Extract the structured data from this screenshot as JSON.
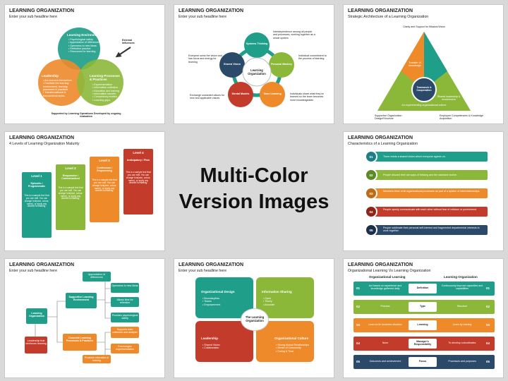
{
  "center": {
    "line1": "Multi-Color",
    "line2": "Version Images"
  },
  "slide1": {
    "title": "LEARNING ORGANIZATION",
    "subtitle": "Enter your sub headline here",
    "env_title": "Learning Environment",
    "env_items": [
      "• Psychological safety",
      "• Appreciation of differences",
      "• Openness to new ideas",
      "• Reflective practice",
      "• Resources for learning"
    ],
    "leader_title": "Leadership",
    "leader_items": [
      "• Are learners themselves",
      "• Facilitate the learning environment, learning processes & practices",
      "• Transformational & transactional styles"
    ],
    "proc_title": "Learning Processes & Practices",
    "proc_items": [
      "• Experimentation",
      "• Information collection",
      "• Education and training",
      "• Information transfer",
      "• Competency models",
      "• Learning gaps"
    ],
    "external": "External Influences",
    "footer": "Supported by Learning Operations Developed by ongoing evaluation"
  },
  "slide2": {
    "title": "LEARNING ORGANIZATION",
    "subtitle": "Enter your sub headline here",
    "center_label": "Learning Organization",
    "petals": [
      "Systems Thinking",
      "Personal Mastery",
      "Team Learning",
      "Mental Models",
      "Shared Vision"
    ],
    "desc_top": "Interdependence among all people and processes, working together as a whole system",
    "desc_right": "Individual commitment to the process of learning",
    "desc_bottom_right": "Individuals share what they've learned so the team becomes more knowledgeable",
    "desc_bottom_left": "Exchange unwanted values for new and applicable values",
    "desc_left": "Everyone owns the vision and has focus and energy for learning"
  },
  "slide3": {
    "title": "LEARNING ORGANIZATION",
    "subtitle": "Strategic Architecture of a Learning Organization",
    "top": "Clarity and Support for Mission/Vision",
    "left_side": "Transfer of knowledge",
    "center": "Teamwork & Cooperation",
    "right_side": "Shared leadership & involvement",
    "bottom_inner": "An experimenting organizational culture",
    "bottom_left": "Supportive Organization Design/Structure",
    "bottom_right": "Employee Competencies & Knowledge Acquisition"
  },
  "slide4": {
    "title": "LEARNING ORGANIZATION",
    "subtitle": "4 Levels of Learning Organization Maturity",
    "levels": [
      {
        "label": "Level 1",
        "name": "Episodic / Programmatic"
      },
      {
        "label": "Level 2",
        "name": "Responsive / Contextualized"
      },
      {
        "label": "Level 3",
        "name": "Continuous / Empowering"
      },
      {
        "label": "Level 4",
        "name": "Anticipatory / Flow"
      }
    ],
    "sample": "This is a sample text that you can edit. You can change font(size, colour, name), or apply any desired formatting."
  },
  "slide5": {
    "title": "LEARNING ORGANIZATION",
    "subtitle": "Characteristics of a Learning Organization",
    "rows": [
      {
        "num": "01",
        "text": "There exists a shared vision which everyone agrees on."
      },
      {
        "num": "02",
        "text": "People discard their old ways of thinking and the standard routine."
      },
      {
        "num": "03",
        "text": "Members think of all organizational processes as part of a system of interrelationships."
      },
      {
        "num": "04",
        "text": "People openly communicate with each other without fear of criticism or punishment."
      },
      {
        "num": "05",
        "text": "People sublimate their personal self-interest and fragmented departmental interests to work together."
      }
    ]
  },
  "slide6": {
    "title": "LEARNING ORGANIZATION",
    "subtitle": "Enter your sub headline here",
    "root": "Learning Organization",
    "root_note": "Leadership that reinforces learning",
    "branch1": "Supportive Learning Environment",
    "branch2": "Concrete Learning Processes & Practices",
    "leaf_top": "Appreciation of differences",
    "leaves1": [
      "Openness to new ideas",
      "Allows time for reflection",
      "Provides psychological safety"
    ],
    "leaves2": [
      "Supports data collection and analysis",
      "Encourages experimentation",
      "Provides education & training"
    ]
  },
  "slide7": {
    "title": "LEARNING ORGANIZATION",
    "subtitle": "Enter your sub headline here",
    "center": "The Learning Organization",
    "q1_title": "Organizational Design",
    "q1_items": [
      "• Boundaryless",
      "• Teams",
      "• Empowerment"
    ],
    "q2_title": "Information Sharing",
    "q2_items": [
      "• Open",
      "• Timely",
      "• Accurate"
    ],
    "q3_title": "Leadership",
    "q3_items": [
      "• Shared Vision",
      "• Collaboration"
    ],
    "q4_title": "Organizational Culture",
    "q4_items": [
      "• Strong Mutual Relationships",
      "• Sense of Community",
      "• Caring & Trust"
    ]
  },
  "slide8": {
    "title": "LEARNING ORGANIZATION",
    "subtitle": "Organizational Learning Vs Learning Organization",
    "col_left": "Organizational Learning",
    "col_right": "Learning Organization",
    "rows": [
      {
        "num": "01",
        "left": "Act based on experience and knowledge gathered daily",
        "mid": "Definition",
        "right": "Continuously improve capacities and capabilities"
      },
      {
        "num": "02",
        "left": "Process",
        "mid": "Type",
        "right": "Structure"
      },
      {
        "num": "03",
        "left": "Learn to fix business situation",
        "mid": "Learning",
        "right": "Learn by training"
      },
      {
        "num": "04",
        "left": "None",
        "mid": "Manager's Responsibility",
        "right": "To develop subordinates"
      },
      {
        "num": "05",
        "left": "Outcomes and achievement",
        "mid": "Focus",
        "right": "Processes and purposes"
      }
    ]
  },
  "colors": {
    "green": "#3aa68a",
    "teal": "#1f7f86",
    "orange": "#ee8a2a",
    "red": "#c33c2b",
    "navy": "#2b4a6a",
    "lime": "#8cb83a"
  }
}
